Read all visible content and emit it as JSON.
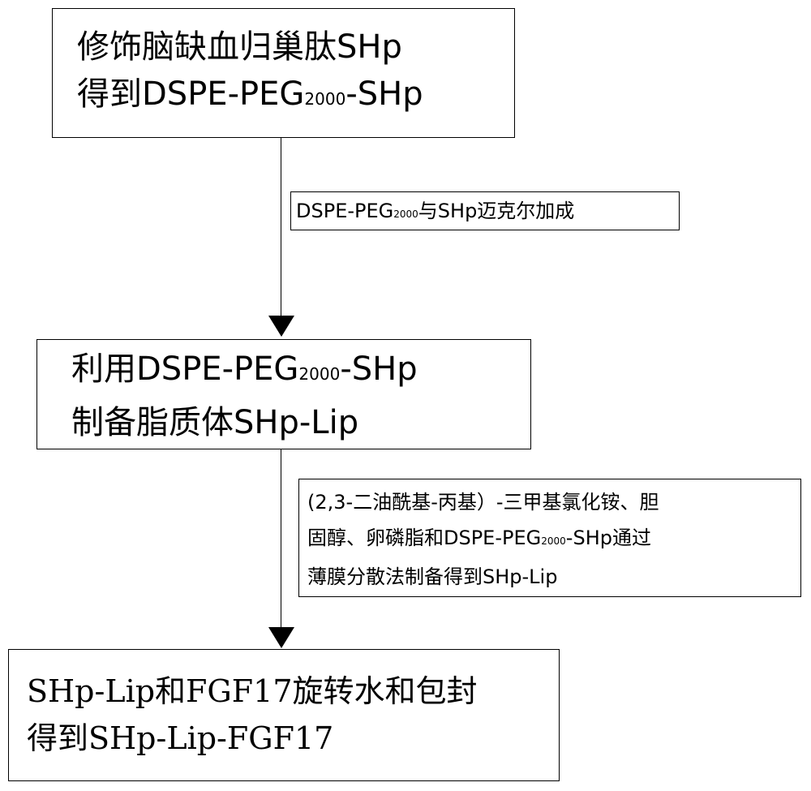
{
  "box1": {
    "line1": "修饰脑缺血归巢肽SHp",
    "line2_pre": "得到DSPE-PEG",
    "line2_sub": "2000",
    "line2_post": "-SHp"
  },
  "note1": {
    "pre": "DSPE-PEG",
    "sub": "2000",
    "post": "与SHp迈克尔加成"
  },
  "box2": {
    "line1_pre": "利用DSPE-PEG",
    "line1_sub": "2000",
    "line1_post": "-SHp",
    "line2": "制备脂质体SHp-Lip"
  },
  "note2": {
    "line1": "(2,3-二油酰基-丙基）-三甲基氯化铵、胆",
    "line2_pre": "固醇、卵磷脂和DSPE-PEG",
    "line2_sub": "2000",
    "line2_post": "-SHp通过",
    "line3": "薄膜分散法制备得到SHp-Lip"
  },
  "box3": {
    "line1": "SHp-Lip和FGF17旋转水和包封",
    "line2": "得到SHp-Lip-FGF17"
  }
}
